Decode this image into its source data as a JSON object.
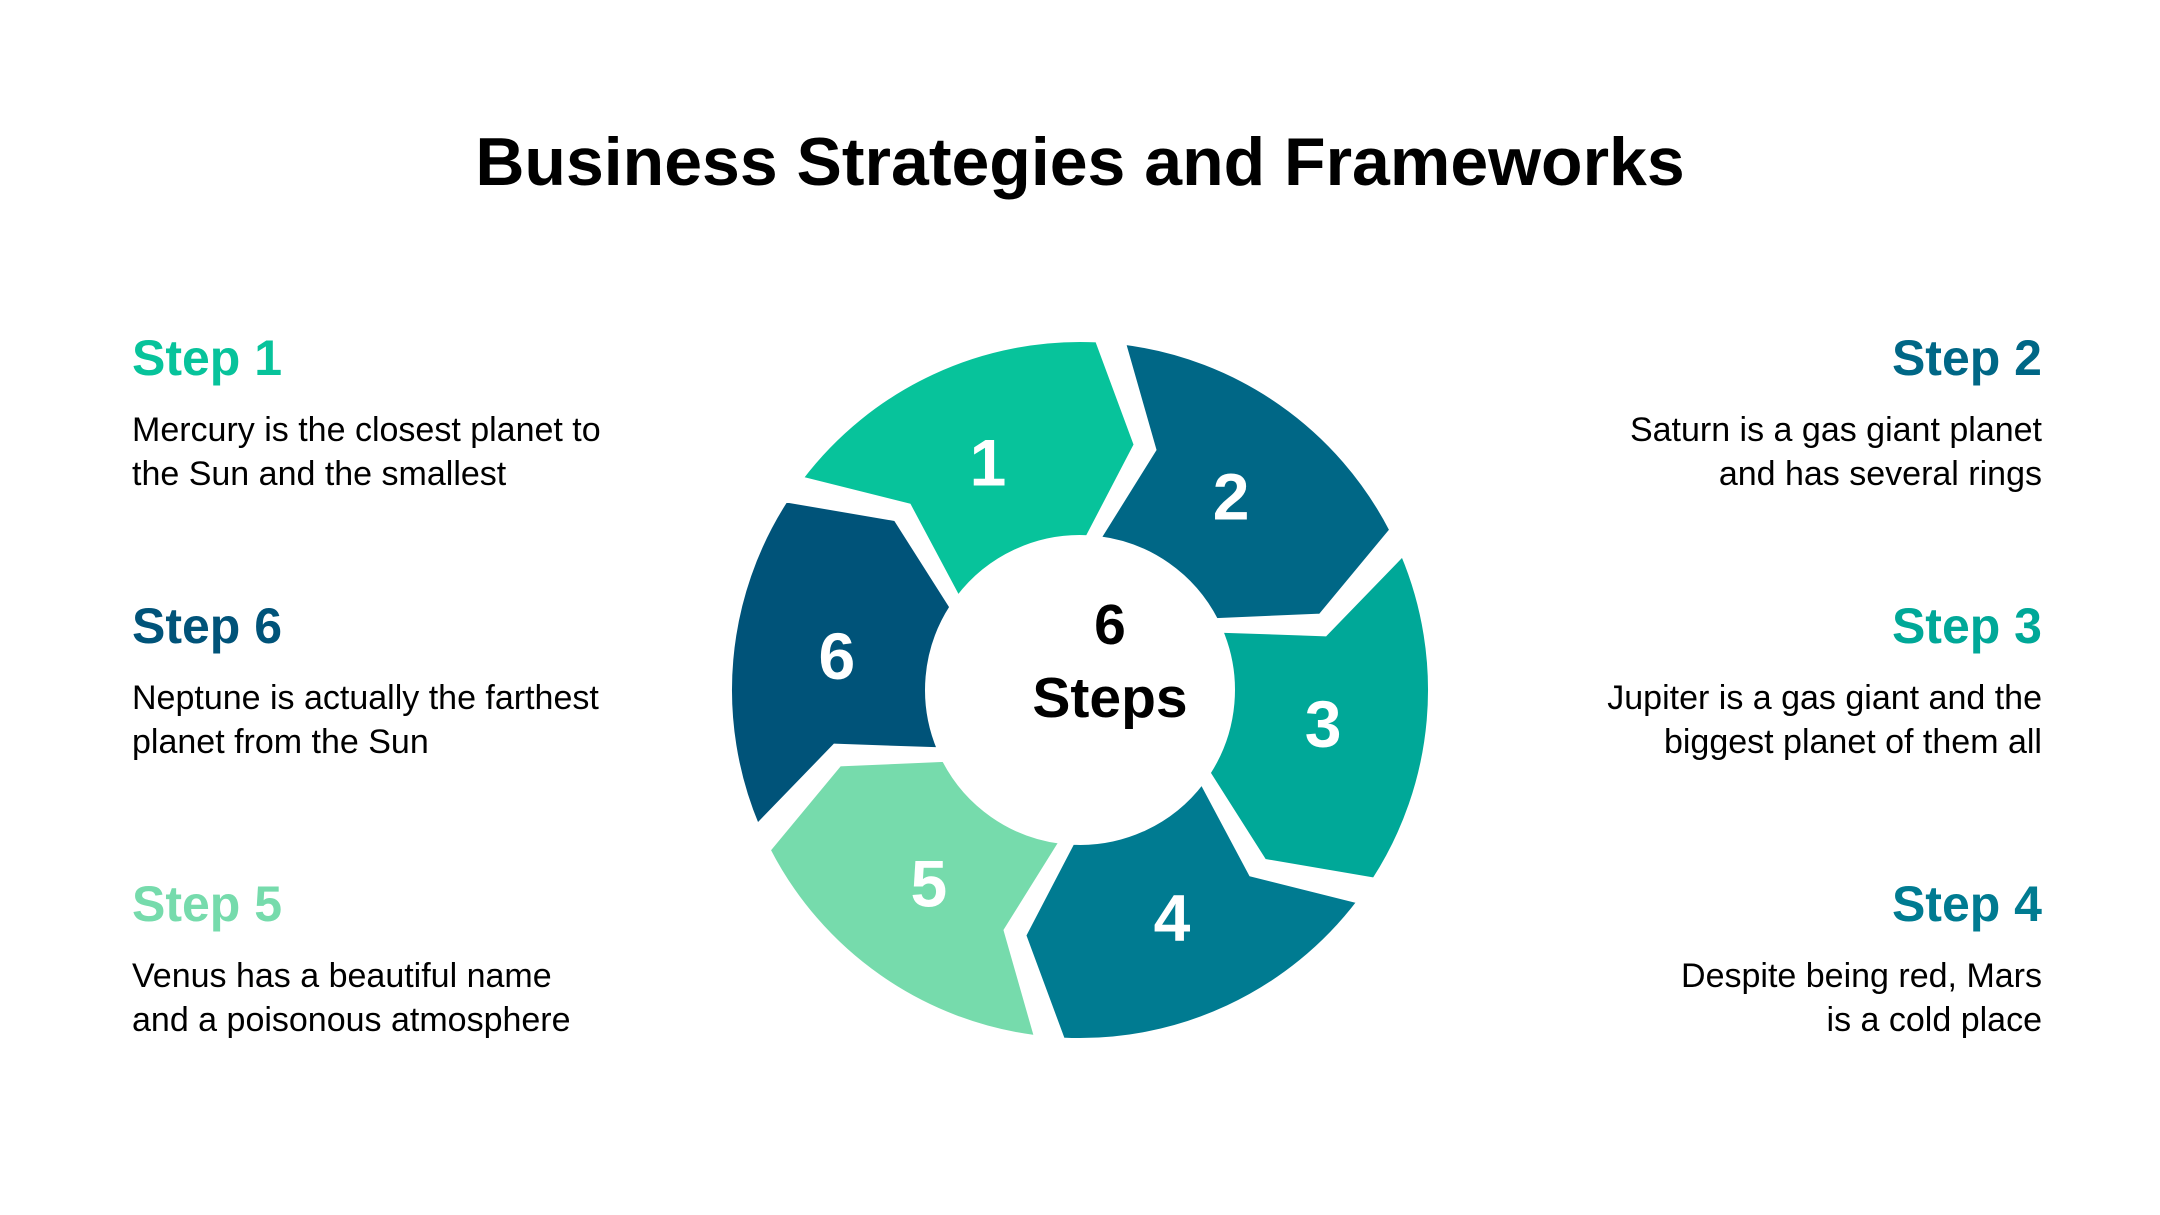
{
  "title": "Business Strategies and Frameworks",
  "center": {
    "label": "6 Steps"
  },
  "colors": {
    "step1": "#07c39b",
    "step2": "#006786",
    "step3": "#00a898",
    "step4": "#007b91",
    "step5": "#76dbac",
    "step6": "#005379",
    "text": "#000000",
    "background": "#ffffff"
  },
  "steps": [
    {
      "number": "1",
      "title": "Step 1",
      "description": "Mercury is the closest planet to\nthe Sun and the smallest"
    },
    {
      "number": "2",
      "title": "Step 2",
      "description": "Saturn is a gas giant planet\nand has several rings"
    },
    {
      "number": "3",
      "title": "Step 3",
      "description": "Jupiter is a gas giant and the\nbiggest planet of them all"
    },
    {
      "number": "4",
      "title": "Step 4",
      "description": "Despite being red, Mars\nis a cold place"
    },
    {
      "number": "5",
      "title": "Step 5",
      "description": "Venus has a beautiful name\nand a poisonous atmosphere"
    },
    {
      "number": "6",
      "title": "Step 6",
      "description": "Neptune is actually the farthest\nplanet from the Sun"
    }
  ]
}
